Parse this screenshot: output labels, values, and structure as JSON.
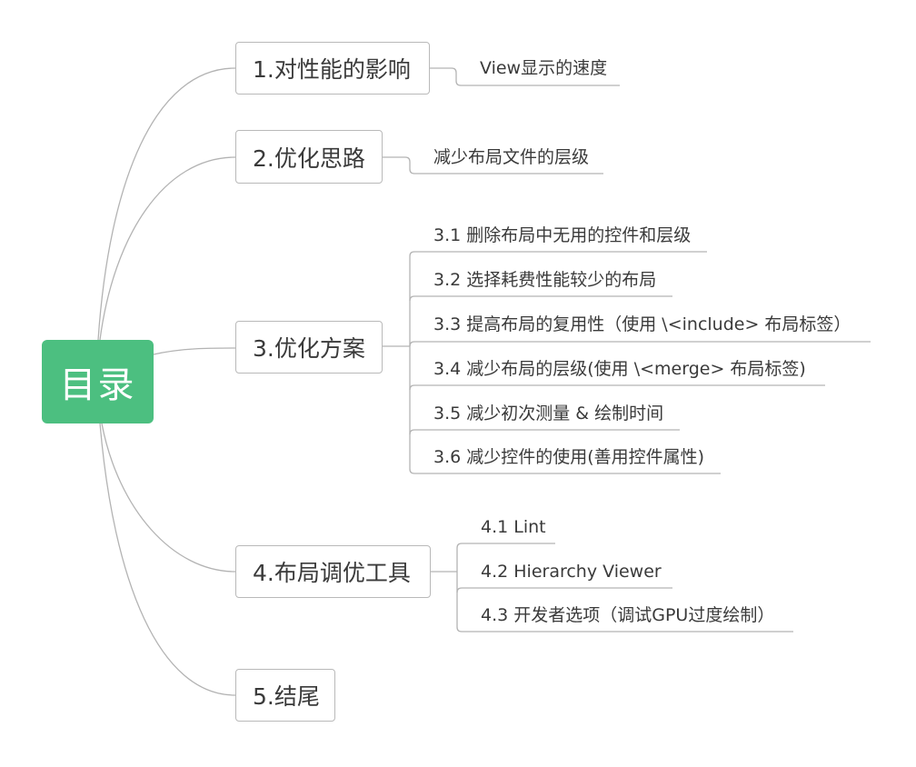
{
  "root": {
    "label": "目录"
  },
  "branches": [
    {
      "label": "1.对性能的影响",
      "children": [
        "View显示的速度"
      ]
    },
    {
      "label": "2.优化思路",
      "children": [
        "减少布局文件的层级"
      ]
    },
    {
      "label": "3.优化方案",
      "children": [
        "3.1 删除布局中无用的控件和层级",
        "3.2 选择耗费性能较少的布局",
        "3.3 提高布局的复用性（使用 \\<include> 布局标签）",
        "3.4 减少布局的层级(使用 \\<merge> 布局标签)",
        "3.5 减少初次测量 & 绘制时间",
        "3.6 减少控件的使用(善用控件属性)"
      ]
    },
    {
      "label": "4.布局调优工具",
      "children": [
        "4.1 Lint",
        "4.2 Hierarchy Viewer",
        "4.3 开发者选项（调试GPU过度绘制）"
      ]
    },
    {
      "label": "5.结尾",
      "children": []
    }
  ],
  "colors": {
    "root_fill": "#4cbf80",
    "line": "#b3b3b3",
    "node_border": "#b9b9b9"
  }
}
